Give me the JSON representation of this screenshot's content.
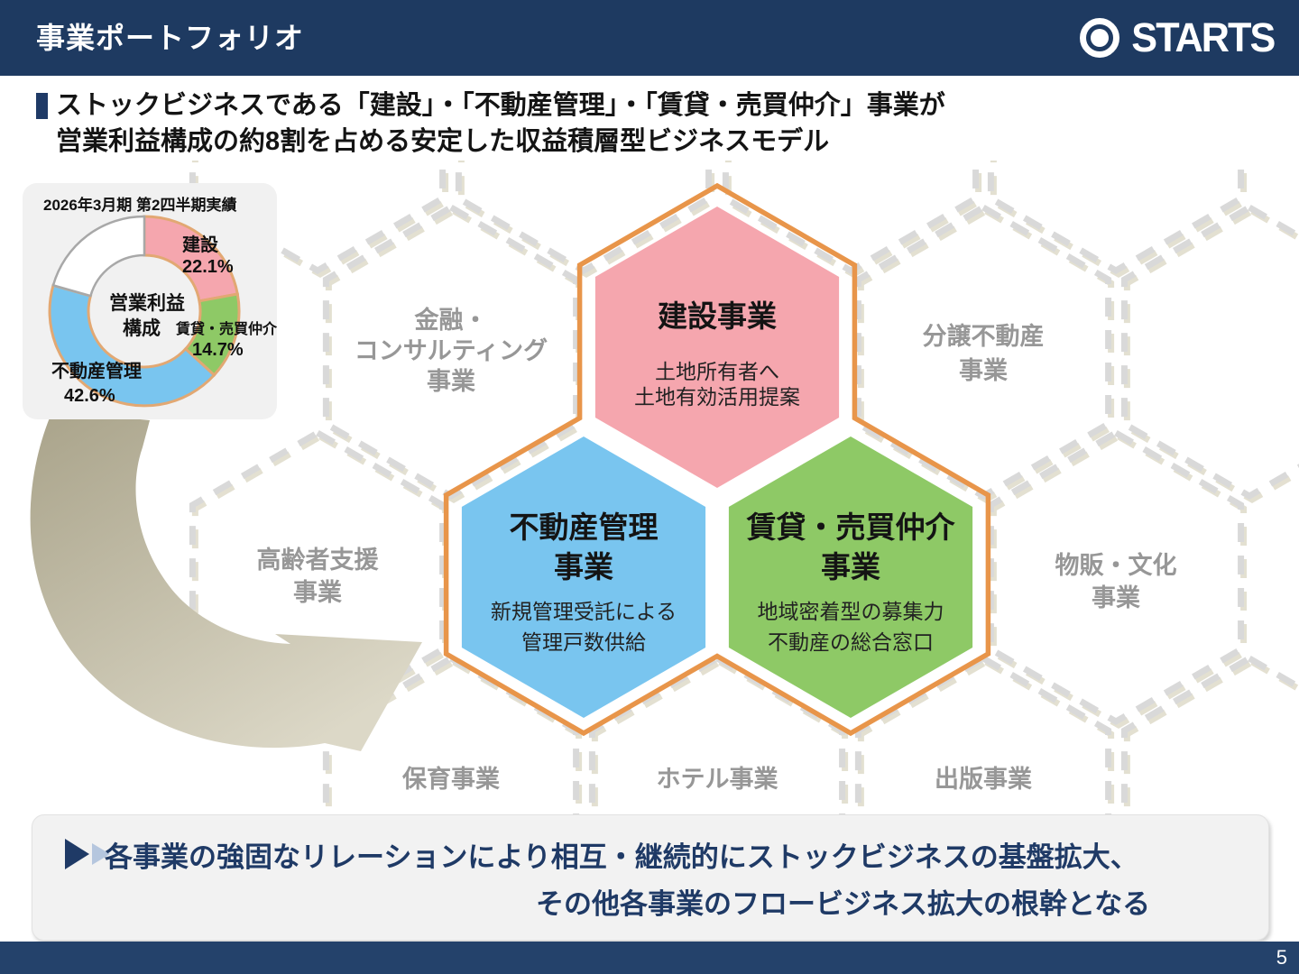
{
  "slide": {
    "title": "事業ポートフォリオ",
    "page_number": "5",
    "logo_text": "STARTS",
    "accent_navy": "#1f3a66",
    "accent_orange": "#e8954a"
  },
  "headline": {
    "line1": "ストックビジネスである「建設」・「不動産管理」・「賃貸・売買仲介」事業が",
    "line2": "営業利益構成の約8割を占める安定した収益積層型ビジネスモデル"
  },
  "chart_card": {
    "title": "2026年3月期 第2四半期実績",
    "center_line1": "営業利益",
    "center_line2": "構成"
  },
  "chart_data": {
    "type": "pie",
    "subtype": "donut",
    "title": "2026年3月期 第2四半期実績",
    "center_label": "営業利益構成",
    "unit": "%",
    "direction": "clockwise",
    "start_angle_deg": 0,
    "segments": [
      {
        "label": "建設",
        "value_pct": 22.1,
        "color": "#f5a6ae"
      },
      {
        "label": "賃貸・売買仲介",
        "value_pct": 14.7,
        "color": "#8ec966"
      },
      {
        "label": "不動産管理",
        "value_pct": 42.6,
        "color": "#79c5ef"
      },
      {
        "label": "",
        "value_pct": 20.6,
        "color": "#ffffff"
      }
    ]
  },
  "hex_grid": {
    "highlight_cluster": [
      {
        "id": "construction",
        "title": "建設事業",
        "title_lines": [
          "建設事業"
        ],
        "desc_lines": [
          "土地所有者へ",
          "土地有効活用提案"
        ],
        "color": "#f5a6ae"
      },
      {
        "id": "property-management",
        "title": "不動産管理事業",
        "title_lines": [
          "不動産管理",
          "事業"
        ],
        "desc_lines": [
          "新規管理受託による",
          "管理戸数供給"
        ],
        "color": "#79c5ef"
      },
      {
        "id": "leasing-brokerage",
        "title": "賃貸・売買仲介事業",
        "title_lines": [
          "賃貸・売買仲介",
          "事業"
        ],
        "desc_lines": [
          "地域密着型の募集力",
          "不動産の総合窓口"
        ],
        "color": "#8ec966"
      }
    ],
    "other_businesses": [
      {
        "id": "finance-consulting",
        "name": "金融・コンサルティング事業",
        "lines": [
          "金融・",
          "コンサルティング",
          "事業"
        ]
      },
      {
        "id": "condominium",
        "name": "分譲不動産事業",
        "lines": [
          "分譲不動産",
          "事業"
        ]
      },
      {
        "id": "senior-support",
        "name": "高齢者支援事業",
        "lines": [
          "高齢者支援",
          "事業"
        ]
      },
      {
        "id": "retail-culture",
        "name": "物販・文化事業",
        "lines": [
          "物販・文化",
          "事業"
        ]
      },
      {
        "id": "childcare",
        "name": "保育事業",
        "lines": [
          "保育事業"
        ]
      },
      {
        "id": "hotel",
        "name": "ホテル事業",
        "lines": [
          "ホテル事業"
        ]
      },
      {
        "id": "publishing",
        "name": "出版事業",
        "lines": [
          "出版事業"
        ]
      }
    ]
  },
  "message": {
    "line1": "各事業の強固なリレーションにより相互・継続的にストックビジネスの基盤拡大、",
    "line2": "その他各事業のフロービジネス拡大の根幹となる"
  }
}
